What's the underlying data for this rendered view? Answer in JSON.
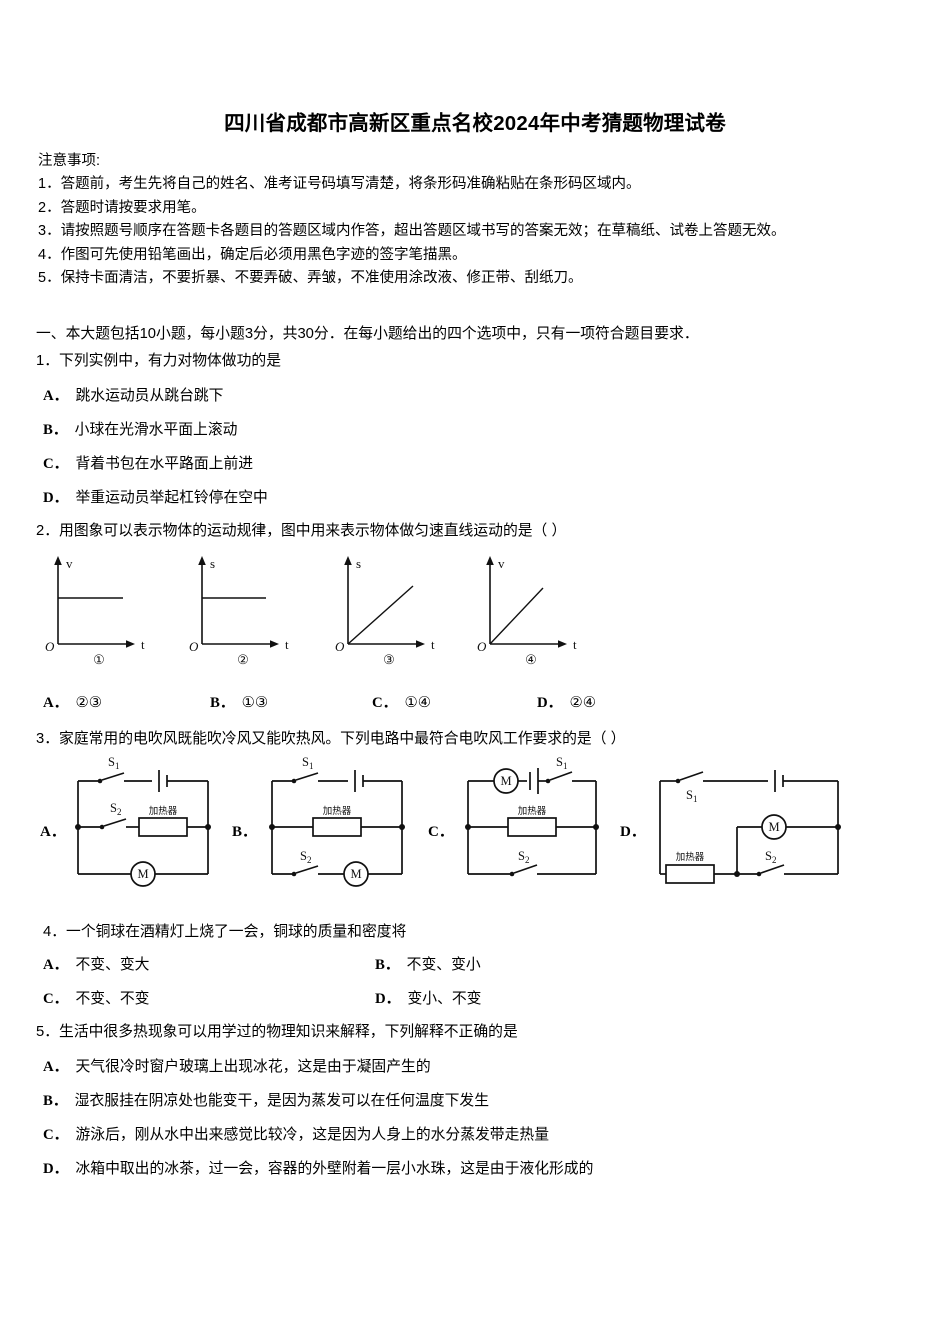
{
  "document": {
    "title": "四川省成都市高新区重点名校2024年中考猜题物理试卷",
    "notes_heading": "注意事项:",
    "notes": [
      "1．答题前，考生先将自己的姓名、准考证号码填写清楚，将条形码准确粘贴在条形码区域内。",
      "2．答题时请按要求用笔。",
      "3．请按照题号顺序在答题卡各题目的答题区域内作答，超出答题区域书写的答案无效；在草稿纸、试卷上答题无效。",
      "4．作图可先使用铅笔画出，确定后必须用黑色字迹的签字笔描黑。",
      "5．保持卡面清洁，不要折暴、不要弄破、弄皱，不准使用涂改液、修正带、刮纸刀。"
    ],
    "section_heading": "一、本大题包括10小题，每小题3分，共30分．在每小题给出的四个选项中，只有一项符合题目要求．"
  },
  "questions": [
    {
      "number": "1．",
      "stem": "下列实例中，有力对物体做功的是",
      "options": [
        {
          "label": "A．",
          "text": "跳水运动员从跳台跳下"
        },
        {
          "label": "B．",
          "text": "小球在光滑水平面上滚动"
        },
        {
          "label": "C．",
          "text": "背着书包在水平路面上前进"
        },
        {
          "label": "D．",
          "text": "举重运动员举起杠铃停在空中"
        }
      ]
    },
    {
      "number": "2．",
      "stem": "用图象可以表示物体的运动规律，图中用来表示物体做匀速直线运动的是（ ）",
      "figures": [
        {
          "caption": "①",
          "y_axis": "v",
          "x_axis": "t",
          "origin": "O",
          "curve": "horizontal"
        },
        {
          "caption": "②",
          "y_axis": "s",
          "x_axis": "t",
          "origin": "O",
          "curve": "horizontal"
        },
        {
          "caption": "③",
          "y_axis": "s",
          "x_axis": "t",
          "origin": "O",
          "curve": "rising-from-origin"
        },
        {
          "caption": "④",
          "y_axis": "v",
          "x_axis": "t",
          "origin": "O",
          "curve": "rising-from-origin"
        }
      ],
      "options": [
        {
          "label": "A．",
          "text": "②③"
        },
        {
          "label": "B．",
          "text": "①③"
        },
        {
          "label": "C．",
          "text": "①④"
        },
        {
          "label": "D．",
          "text": "②④"
        }
      ]
    },
    {
      "number": "3．",
      "stem": "家庭常用的电吹风既能吹冷风又能吹热风。下列电路中最符合电吹风工作要求的是（ ）",
      "circuit_labels": [
        "A．",
        "B．",
        "C．",
        "D．"
      ],
      "circuit_parts": {
        "switch1": "S",
        "switch1_sub": "1",
        "switch2": "S",
        "switch2_sub": "2",
        "motor": "M",
        "heater": "加热器"
      }
    },
    {
      "number": "4．",
      "stem": "一个铜球在酒精灯上烧了一会，铜球的质量和密度将",
      "options": [
        {
          "label": "A．",
          "text": "不变、变大"
        },
        {
          "label": "B．",
          "text": "不变、变小"
        },
        {
          "label": "C．",
          "text": "不变、不变"
        },
        {
          "label": "D．",
          "text": "变小、不变"
        }
      ]
    },
    {
      "number": "5．",
      "stem": "生活中很多热现象可以用学过的物理知识来解释，下列解释不正确的是",
      "options": [
        {
          "label": "A．",
          "text": "天气很冷时窗户玻璃上出现冰花，这是由于凝固产生的"
        },
        {
          "label": "B．",
          "text": "湿衣服挂在阴凉处也能变干，是因为蒸发可以在任何温度下发生"
        },
        {
          "label": "C．",
          "text": "游泳后，刚从水中出来感觉比较冷，这是因为人身上的水分蒸发带走热量"
        },
        {
          "label": "D．",
          "text": "冰箱中取出的冰茶，过一会，容器的外壁附着一层小水珠，这是由于液化形成的"
        }
      ]
    }
  ],
  "colors": {
    "text": "#000000",
    "background": "#ffffff",
    "ink": "#111111"
  }
}
